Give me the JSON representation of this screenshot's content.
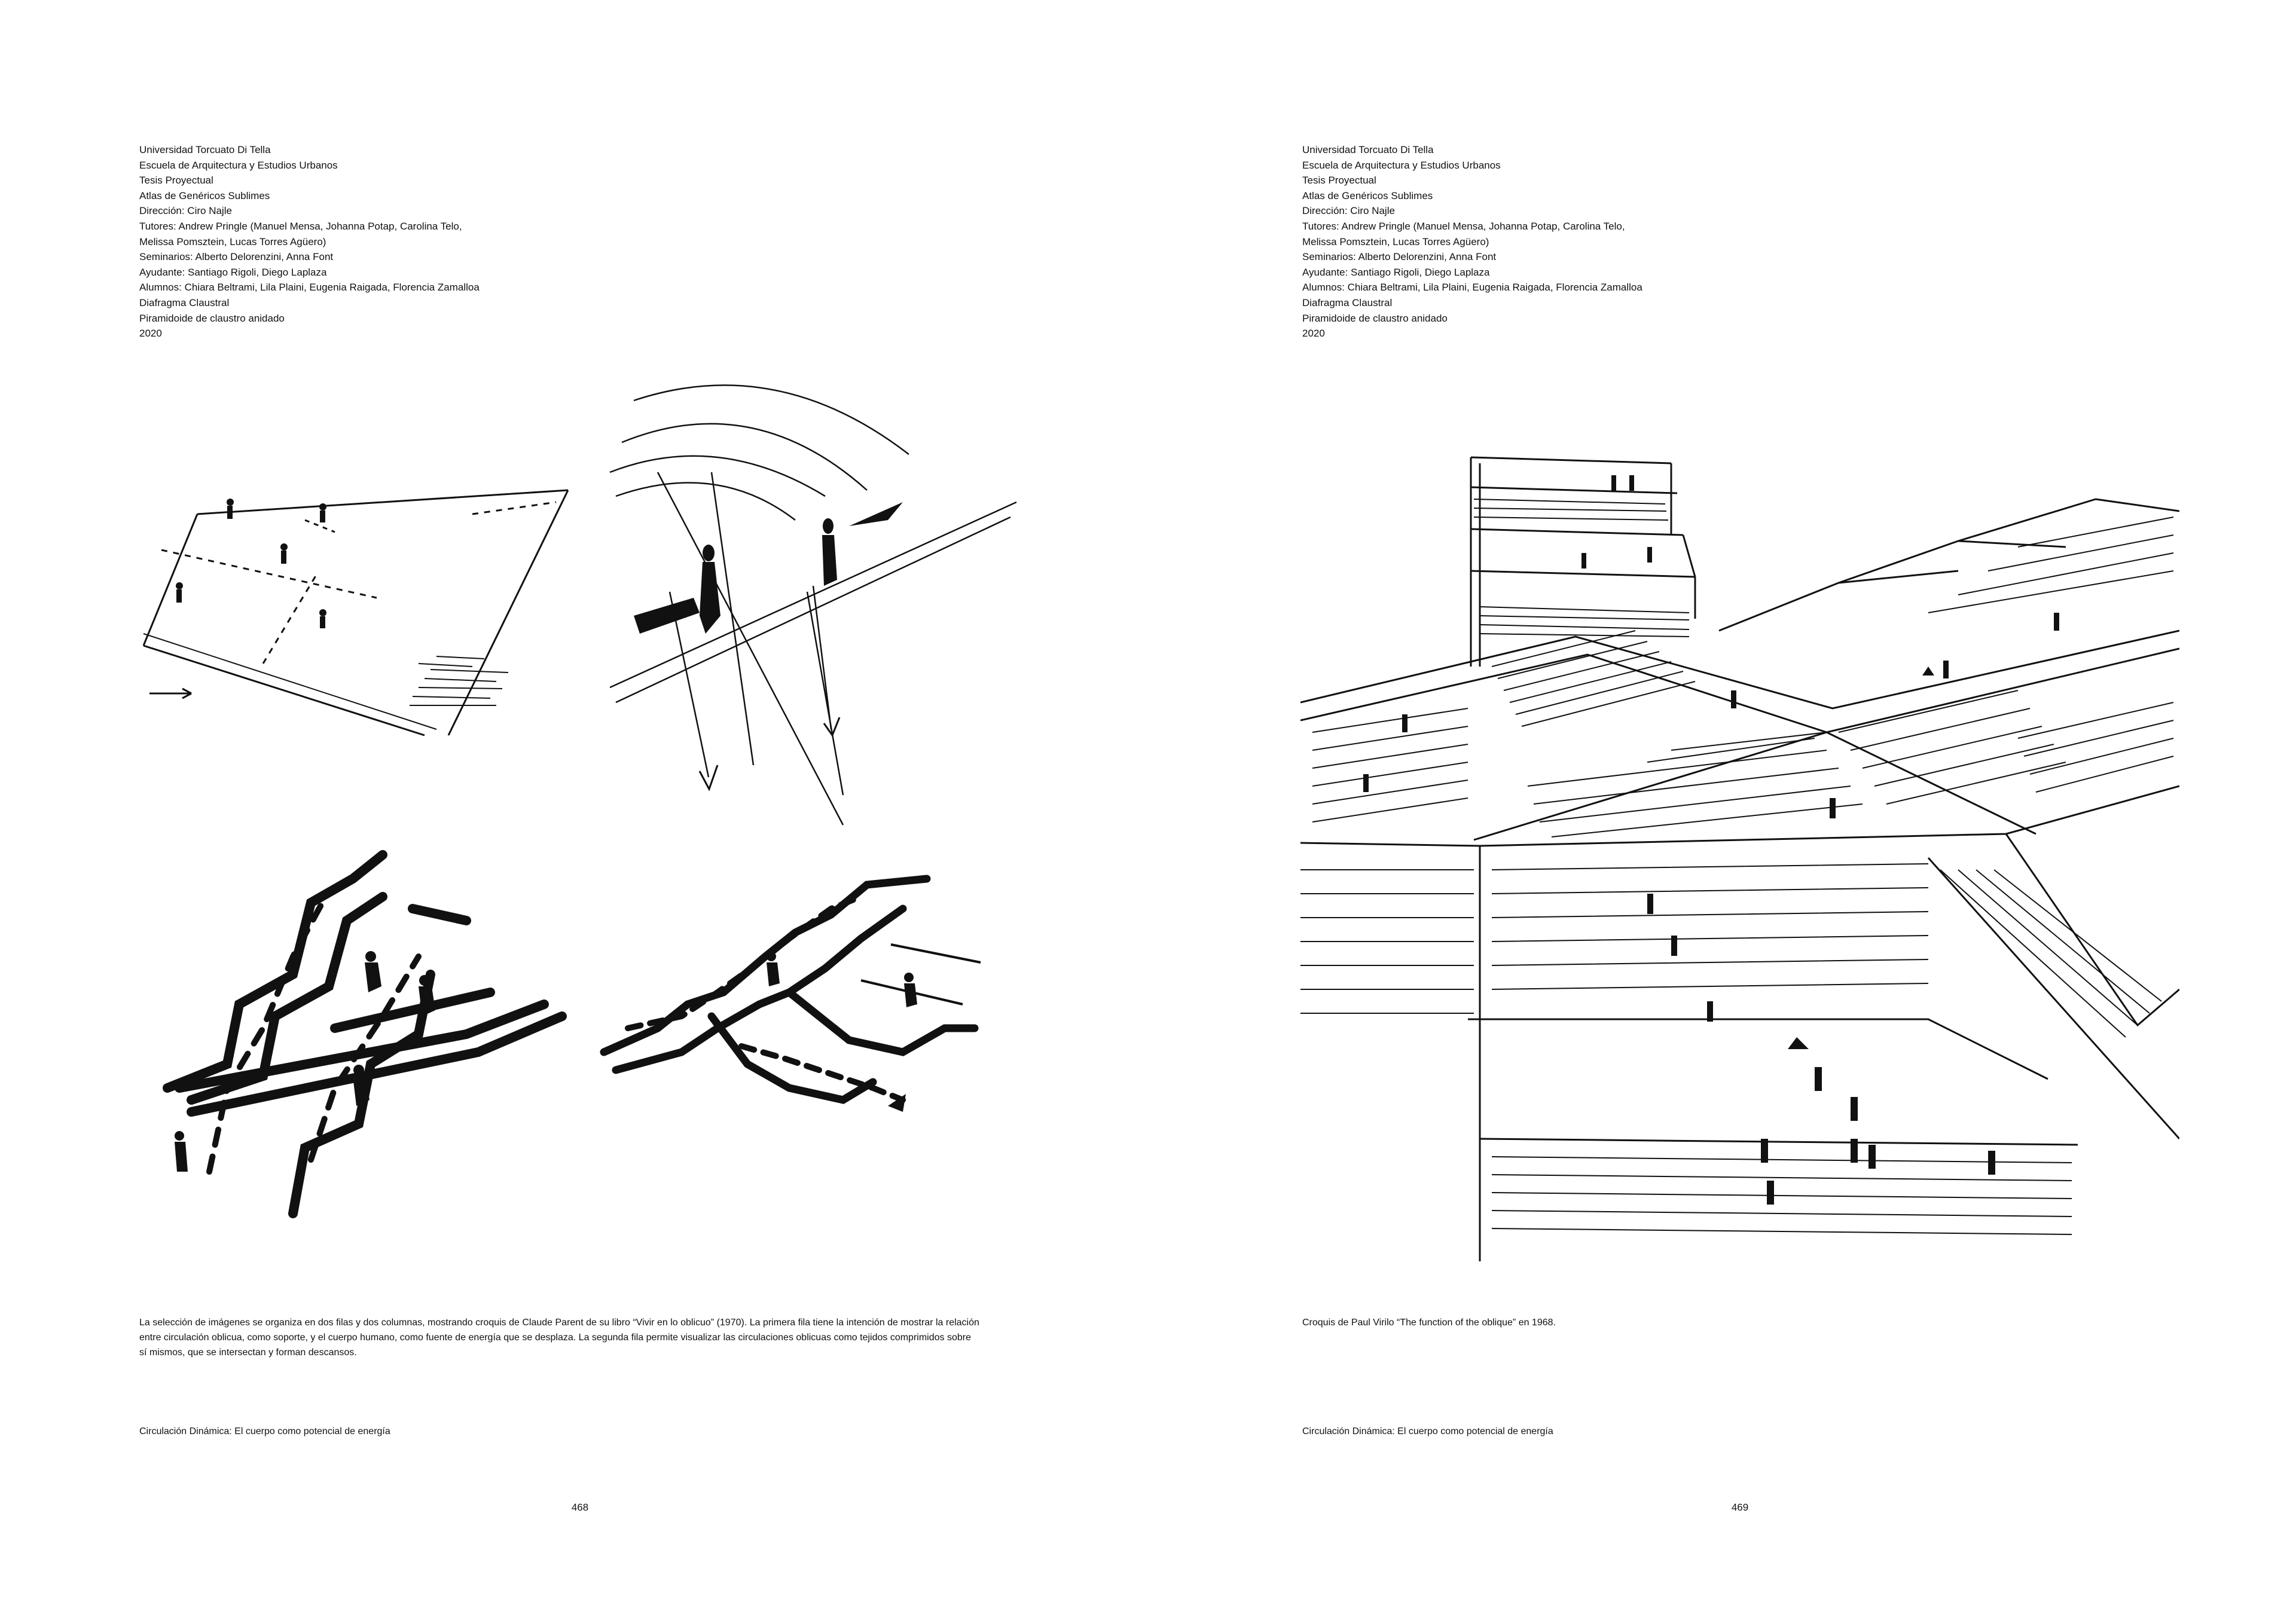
{
  "left_page": {
    "header_lines": [
      "Universidad Torcuato Di Tella",
      "Escuela de Arquitectura y Estudios Urbanos",
      "Tesis Proyectual",
      "Atlas de Genéricos Sublimes",
      "Dirección: Ciro Najle",
      "Tutores: Andrew Pringle (Manuel Mensa, Johanna Potap, Carolina Telo,",
      "Melissa Pomsztein, Lucas Torres Agüero)",
      "Seminarios: Alberto Delorenzini, Anna Font",
      "Ayudante: Santiago Rigoli, Diego Laplaza",
      "Alumnos: Chiara Beltrami, Lila Plaini, Eugenia Raigada, Florencia Zamalloa",
      "Diafragma Claustral",
      "Piramidoide de claustro anidado",
      "2020"
    ],
    "caption_lines": [
      "La selección de imágenes se organiza en dos filas y dos columnas, mostrando croquis de Claude Parent de su libro “Vivir en lo oblicuo” (1970). La primera fila tiene la intención de mostrar la relación",
      "entre circulación oblicua, como soporte, y el cuerpo humano, como fuente de energía que se desplaza. La segunda fila  permite visualizar las circulaciones oblicuas como tejidos comprimidos sobre",
      "sí mismos, que se intersectan y forman descansos."
    ],
    "section_title": "Circulación Dinámica: El cuerpo como potencial de energía",
    "page_number": "468"
  },
  "right_page": {
    "header_lines": [
      "Universidad Torcuato Di Tella",
      "Escuela de Arquitectura y Estudios Urbanos",
      "Tesis Proyectual",
      "Atlas de Genéricos Sublimes",
      "Dirección: Ciro Najle",
      "Tutores: Andrew Pringle (Manuel Mensa, Johanna Potap, Carolina Telo,",
      "Melissa Pomsztein, Lucas Torres Agüero)",
      "Seminarios: Alberto Delorenzini, Anna Font",
      "Ayudante: Santiago Rigoli, Diego Laplaza",
      "Alumnos: Chiara Beltrami, Lila Plaini, Eugenia Raigada, Florencia Zamalloa",
      "Diafragma Claustral",
      "Piramidoide de claustro anidado",
      "2020"
    ],
    "caption_lines": [
      "Croquis de Paul Virilo “The function of the oblique” en 1968."
    ],
    "section_title": "Circulación Dinámica: El cuerpo como potencial de energía",
    "page_number": "469"
  },
  "colors": {
    "ink": "#111111",
    "paper": "#ffffff"
  }
}
